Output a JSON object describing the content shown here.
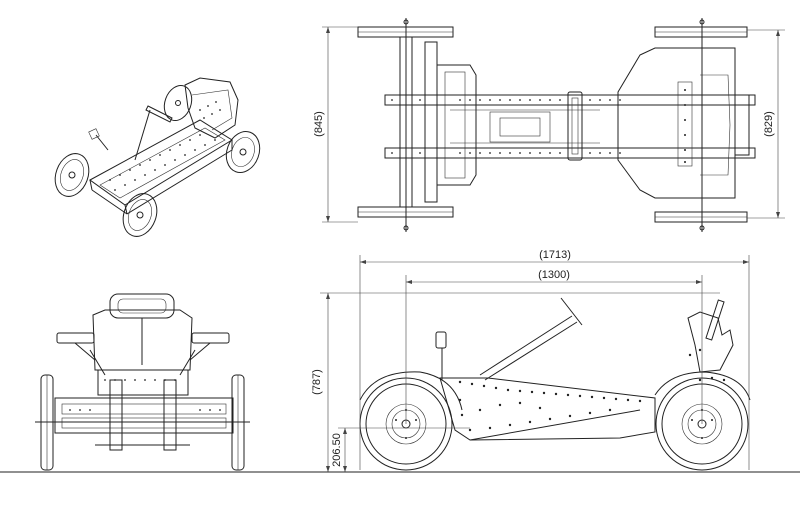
{
  "drawing": {
    "views": [
      "isometric-view",
      "top-view",
      "front-view",
      "side-view"
    ],
    "dimensions": {
      "top_length": "(845)",
      "top_length_right": "(829)",
      "overall_length": "(1713)",
      "wheelbase": "(1300)",
      "overall_height": "(787)",
      "ground_clearance": "206.50"
    }
  }
}
